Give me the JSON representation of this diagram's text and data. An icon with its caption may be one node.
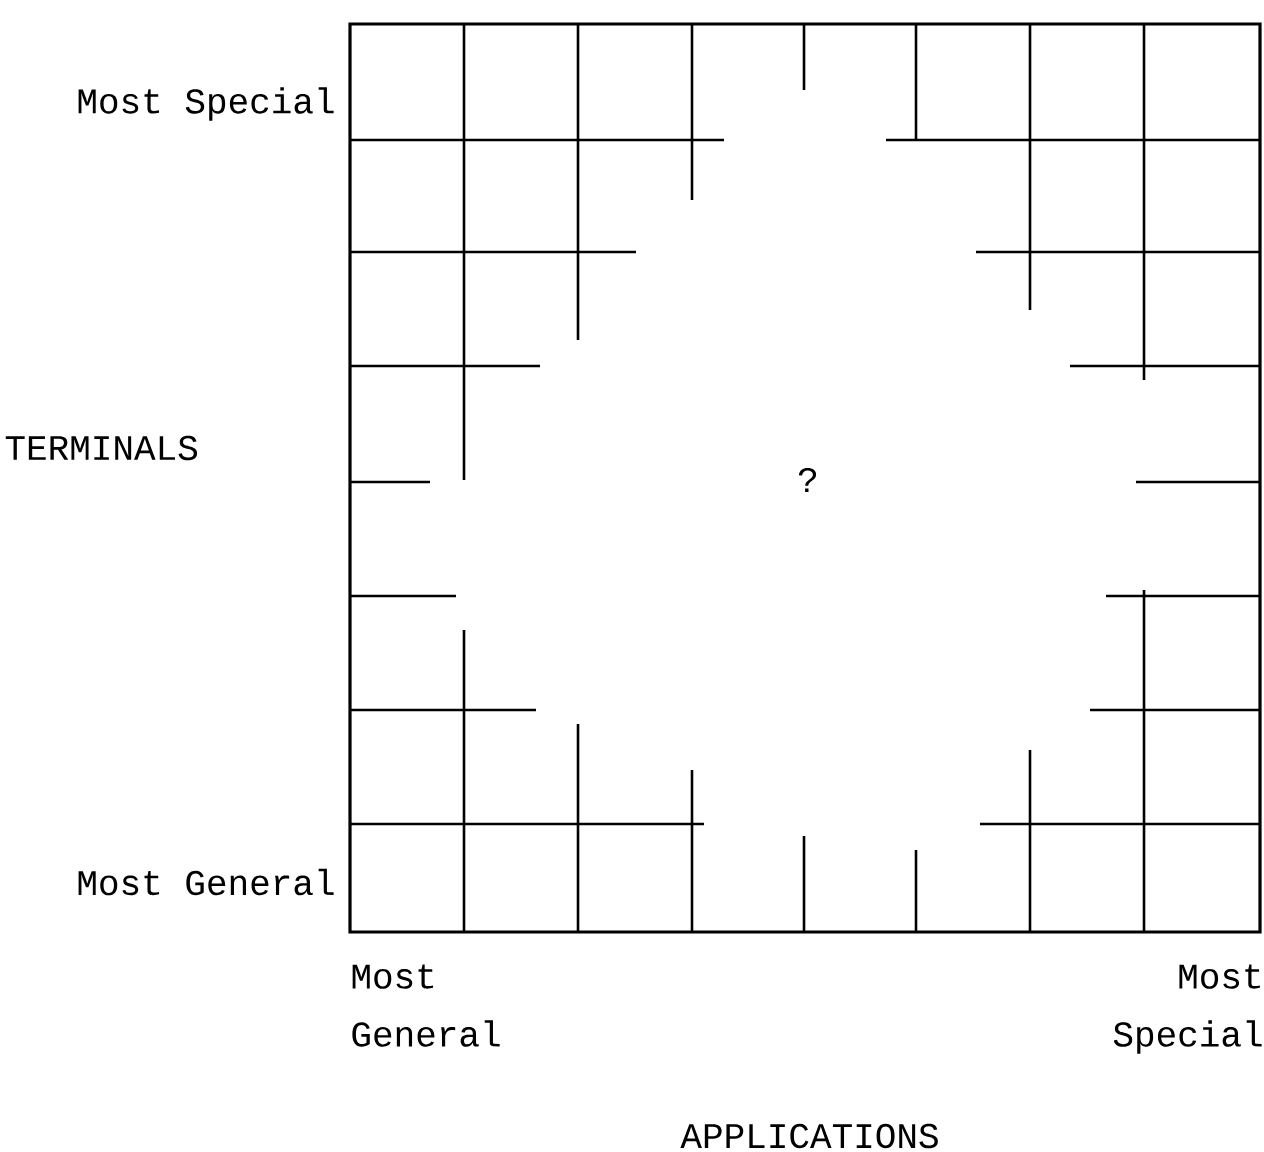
{
  "diagram": {
    "labels": [
      "Most Special",
      "TERMINALS",
      "Most General",
      "?",
      "Most General",
      "Most Special",
      "APPLICATIONS"
    ]
  }
}
